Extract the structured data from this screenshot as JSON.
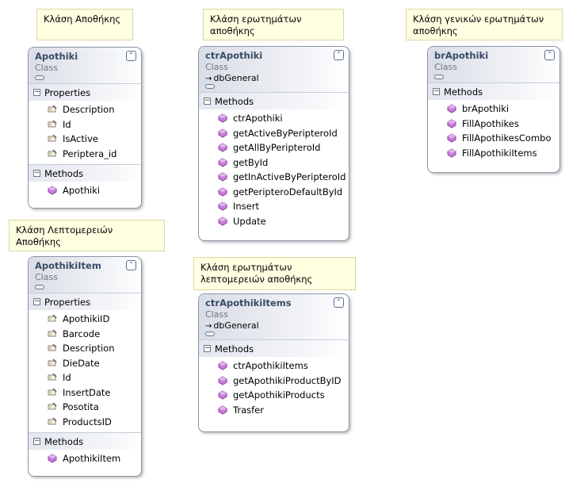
{
  "notes": {
    "apothiki": "Κλάση Αποθήκης",
    "ctr_apothiki": "Κλάση ερωτημάτων αποθήκης",
    "br_apothiki": "Κλάση γενικών ερωτημάτων αποθήκης",
    "apothiki_item": "Κλάση Λεπτομερειών Αποθήκης",
    "ctr_apothiki_items": "Κλάση ερωτημάτων λεπτομερειών αποθήκης"
  },
  "classes": {
    "apothiki": {
      "name": "Apothiki",
      "stereotype": "Class",
      "properties_label": "Properties",
      "properties": [
        "Description",
        "Id",
        "IsActive",
        "Periptera_id"
      ],
      "methods_label": "Methods",
      "methods": [
        "Apothiki"
      ]
    },
    "ctr_apothiki": {
      "name": "ctrApothiki",
      "stereotype": "Class",
      "base": "dbGeneral",
      "methods_label": "Methods",
      "methods": [
        "ctrApothiki",
        "getActiveByPeripteroId",
        "getAllByPeripteroId",
        "getById",
        "getInActiveByPeripteroId",
        "getPeripteroDefaultById",
        "Insert",
        "Update"
      ]
    },
    "br_apothiki": {
      "name": "brApothiki",
      "stereotype": "Class",
      "methods_label": "Methods",
      "methods": [
        "brApothiki",
        "FillApothikes",
        "FillApothikesCombo",
        "FillApothikiItems"
      ]
    },
    "apothiki_item": {
      "name": "ApothikiItem",
      "stereotype": "Class",
      "properties_label": "Properties",
      "properties": [
        "ApothikiID",
        "Barcode",
        "Description",
        "DieDate",
        "Id",
        "InsertDate",
        "Posotita",
        "ProductsID"
      ],
      "methods_label": "Methods",
      "methods": [
        "ApothikiItem"
      ]
    },
    "ctr_apothiki_items": {
      "name": "ctrApothikiItems",
      "stereotype": "Class",
      "base": "dbGeneral",
      "methods_label": "Methods",
      "methods": [
        "ctrApothikiItems",
        "getApothikiProductByID",
        "getApothikiProducts",
        "Trasfer"
      ]
    }
  },
  "colors": {
    "note_bg": "#ffffe1",
    "class_border": "#8a95a8",
    "class_name": "#3a4a66",
    "method_icon": "#b14fc5",
    "property_icon": "#8a8a8a"
  }
}
